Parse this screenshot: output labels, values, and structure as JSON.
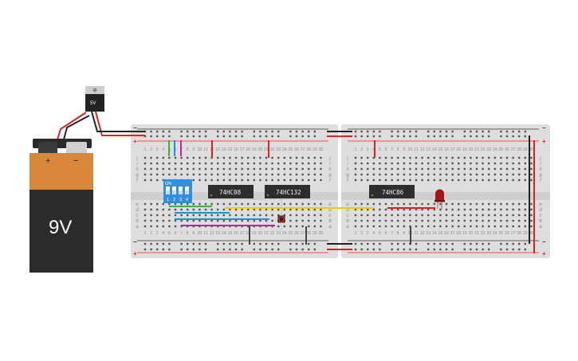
{
  "battery": {
    "voltage_label": "9V",
    "plus": "+",
    "minus": "−"
  },
  "regulator": {
    "label": "5V"
  },
  "chips": [
    {
      "id": "chip-1",
      "label": "74HC08"
    },
    {
      "id": "chip-2",
      "label": "74HC132"
    },
    {
      "id": "chip-3",
      "label": "74HC86"
    }
  ],
  "dip_switch": {
    "label": "ON",
    "positions": [
      "1",
      "2",
      "3",
      "4"
    ]
  },
  "breadboard": {
    "row_letters_top": [
      "j",
      "i",
      "h",
      "g",
      "f"
    ],
    "row_letters_bottom": [
      "e",
      "d",
      "c",
      "b",
      "a"
    ],
    "rail_plus": "+",
    "rail_minus": "−",
    "columns": [
      "1",
      "2",
      "3",
      "4",
      "5",
      "6",
      "7",
      "8",
      "9",
      "10",
      "11",
      "12",
      "13",
      "14",
      "15",
      "16",
      "17",
      "18",
      "19",
      "20",
      "21",
      "22",
      "23",
      "24",
      "25",
      "26",
      "27",
      "28",
      "29",
      "30"
    ]
  },
  "colors": {
    "red": "#e02020",
    "black": "#222222",
    "green": "#3cb043",
    "blue": "#1f8fe0",
    "magenta": "#d02090",
    "yellow": "#f5c800",
    "orange_battery": "#d9873a"
  }
}
